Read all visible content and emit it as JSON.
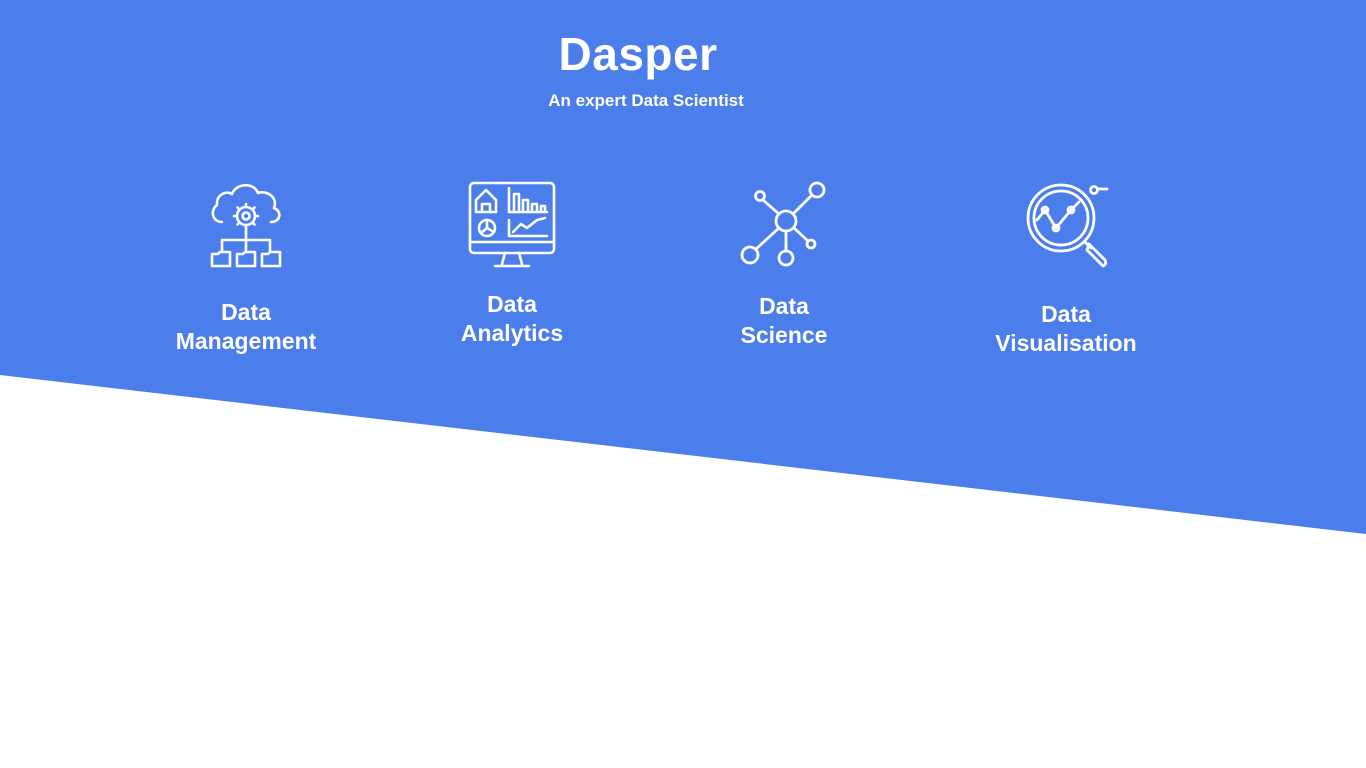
{
  "header": {
    "title": "Dasper",
    "subtitle": "An expert Data Scientist"
  },
  "services": [
    {
      "line1": "Data",
      "line2": "Management",
      "icon": "cloud-network-icon"
    },
    {
      "line1": "Data",
      "line2": "Analytics",
      "icon": "dashboard-monitor-icon"
    },
    {
      "line1": "Data",
      "line2": "Science",
      "icon": "network-nodes-icon"
    },
    {
      "line1": "Data",
      "line2": "Visualisation",
      "icon": "magnifier-chart-icon"
    }
  ],
  "colors": {
    "accent": "#4b7deb",
    "text_on_accent": "#ffffff",
    "background": "#ffffff"
  }
}
